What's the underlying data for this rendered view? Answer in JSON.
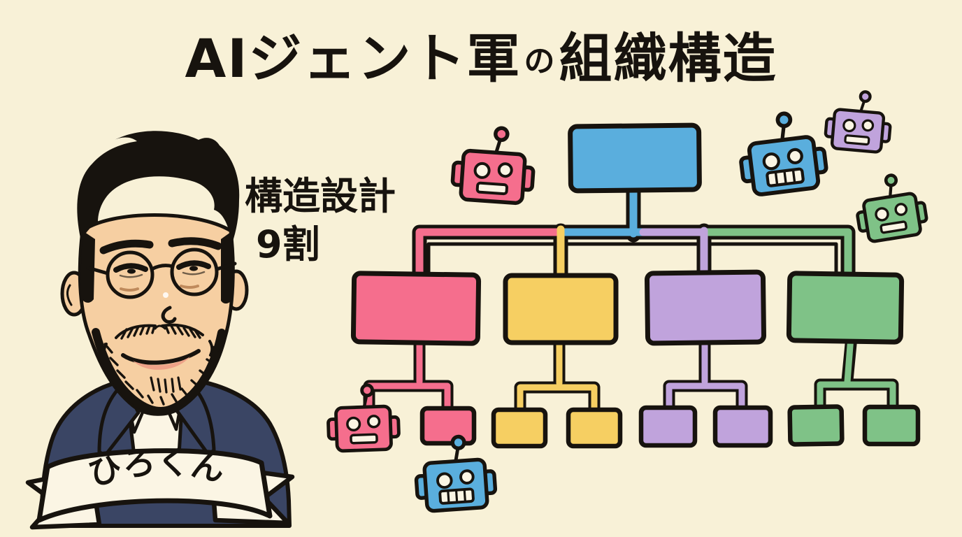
{
  "title": {
    "full": "AIジェント軍の組織構造",
    "part1": "AIジェント軍",
    "particle": "の",
    "part2": "組織構造"
  },
  "annotation": {
    "line1": "構造設計",
    "line2": "9割"
  },
  "banner": {
    "name": "ひろくん"
  },
  "colors": {
    "bg": "#f8f1d7",
    "ink": "#17130e",
    "blue": "#5aaedd",
    "pink": "#f56e8d",
    "yellow": "#f6cf62",
    "purple": "#c0a3dc",
    "green": "#7fc287",
    "skin": "#f6cfa2",
    "navy": "#3a4564",
    "paper": "#fbf5e4",
    "lip": "#eda288",
    "cheek": "#bf8a5c"
  },
  "org_chart": {
    "type": "tree",
    "nodes": [
      {
        "id": "root",
        "level": 0,
        "color": "blue",
        "label": ""
      },
      {
        "id": "branch-pink",
        "level": 1,
        "color": "pink",
        "label": "",
        "children": [
          {
            "type": "robot-icon",
            "color": "pink"
          },
          {
            "type": "box",
            "color": "pink"
          }
        ]
      },
      {
        "id": "branch-yellow",
        "level": 1,
        "color": "yellow",
        "label": "",
        "children": [
          {
            "type": "box",
            "color": "yellow"
          },
          {
            "type": "box",
            "color": "yellow"
          }
        ]
      },
      {
        "id": "branch-purple",
        "level": 1,
        "color": "purple",
        "label": "",
        "children": [
          {
            "type": "box",
            "color": "purple"
          },
          {
            "type": "box",
            "color": "purple"
          }
        ]
      },
      {
        "id": "branch-green",
        "level": 1,
        "color": "green",
        "label": "",
        "children": [
          {
            "type": "box",
            "color": "green"
          },
          {
            "type": "box",
            "color": "green"
          }
        ]
      }
    ]
  },
  "decor_robots": [
    {
      "id": "robot-pink-top",
      "color": "pink",
      "mouth": "plain",
      "position": "left-of-root"
    },
    {
      "id": "robot-blue-right",
      "color": "blue",
      "mouth": "teeth",
      "position": "top-right"
    },
    {
      "id": "robot-purple-right",
      "color": "purple",
      "mouth": "plain",
      "position": "top-right-corner"
    },
    {
      "id": "robot-green-right",
      "color": "green",
      "mouth": "plain",
      "position": "right-edge"
    },
    {
      "id": "robot-pink-bottom",
      "color": "pink",
      "mouth": "plain",
      "position": "pink-branch-child"
    },
    {
      "id": "robot-blue-bottom",
      "color": "blue",
      "mouth": "teeth",
      "position": "bottom-center"
    }
  ]
}
